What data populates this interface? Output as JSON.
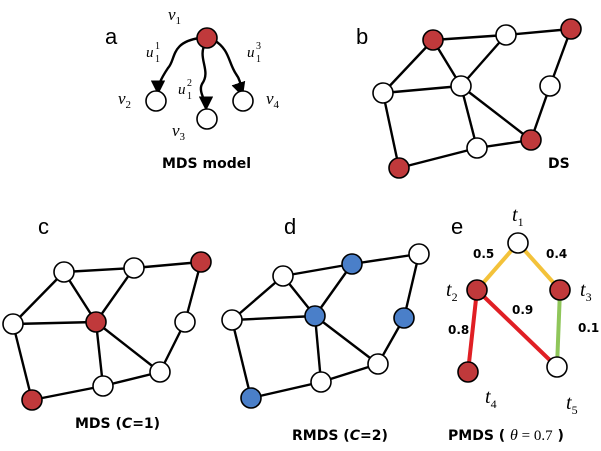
{
  "panel_labels": {
    "a": "a",
    "b": "b",
    "c": "c",
    "d": "d",
    "e": "e"
  },
  "colors": {
    "red": "#c0393b",
    "blue": "#4a7fc9",
    "white": "#ffffff",
    "yellow": "#f3c23a",
    "red_edge": "#e01f24",
    "green": "#8fc65a",
    "black": "#000000"
  },
  "panel_a": {
    "caption": "MDS model",
    "v1": {
      "var": "v",
      "sub": "1"
    },
    "v2": {
      "var": "v",
      "sub": "2"
    },
    "v3": {
      "var": "v",
      "sub": "3"
    },
    "v4": {
      "var": "v",
      "sub": "4"
    },
    "u1": {
      "var": "u",
      "sub": "1",
      "sup": "1"
    },
    "u2": {
      "var": "u",
      "sub": "1",
      "sup": "2"
    },
    "u3": {
      "var": "u",
      "sub": "1",
      "sup": "3"
    }
  },
  "panel_b": {
    "caption": "DS"
  },
  "panel_c": {
    "caption_prefix": "MDS  (",
    "caption_var": "C",
    "caption_suffix": "=1)"
  },
  "panel_d": {
    "caption_prefix": "RMDS (",
    "caption_var": "C",
    "caption_suffix": "=2)"
  },
  "panel_e": {
    "caption_prefix": "PMDS ( ",
    "caption_theta": "θ",
    "caption_value": " = 0.7",
    "caption_suffix": " )",
    "nodes": {
      "t1": {
        "var": "t",
        "sub": "1"
      },
      "t2": {
        "var": "t",
        "sub": "2"
      },
      "t3": {
        "var": "t",
        "sub": "3"
      },
      "t4": {
        "var": "t",
        "sub": "4"
      },
      "t5": {
        "var": "t",
        "sub": "5"
      }
    },
    "edge_weights": {
      "t1_t2": "0.5",
      "t1_t3": "0.4",
      "t2_t5": "0.9",
      "t2_t4": "0.8",
      "t3_t5": "0.1"
    }
  }
}
